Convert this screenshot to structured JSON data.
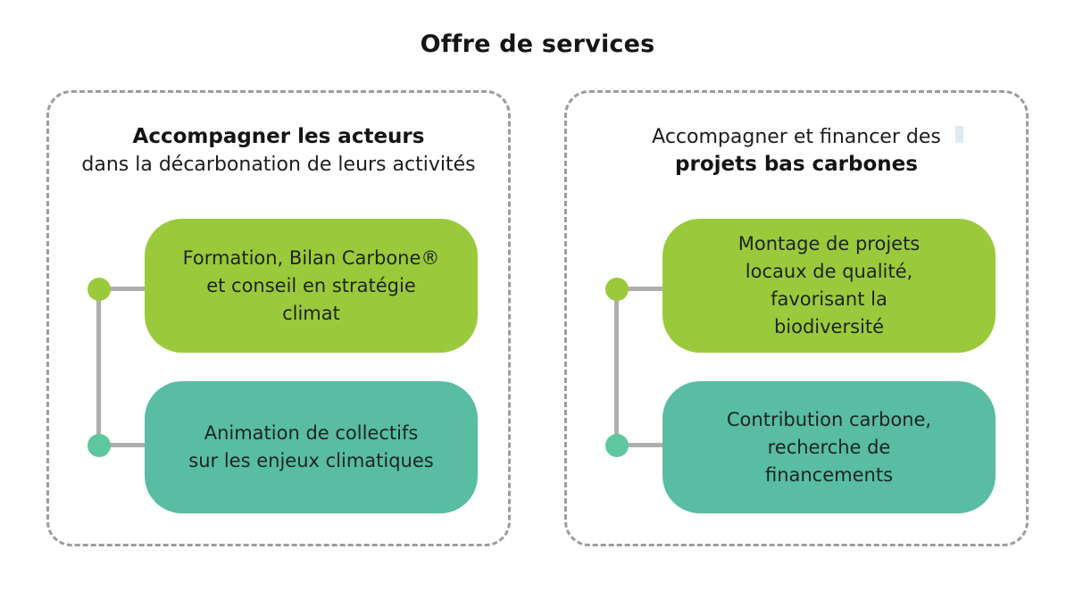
{
  "title": "Offre de services",
  "colors": {
    "green": "#9aca3b",
    "teal": "#58bda1",
    "teal_dot": "#5ec7a0",
    "connector": "#aeaeae",
    "dashed_border": "#9d9d9d",
    "highlight": "#dfeaf2"
  },
  "panels": [
    {
      "heading_line1": "Accompagner les acteurs",
      "heading_line2": "dans la décarbonation de leurs activités",
      "boxes": [
        {
          "color": "green",
          "text": "Formation, Bilan Carbone®\net conseil en stratégie\nclimat"
        },
        {
          "color": "teal",
          "text": "Animation de collectifs\nsur les enjeux climatiques"
        }
      ]
    },
    {
      "heading_line1": "Accompagner et financer des",
      "heading_line2": "projets bas carbones",
      "boxes": [
        {
          "color": "green",
          "text": "Montage de projets\nlocaux de qualité,\nfavorisant la\nbiodiversité"
        },
        {
          "color": "teal",
          "text": "Contribution carbone,\nrecherche de\nfinancements"
        }
      ]
    }
  ]
}
